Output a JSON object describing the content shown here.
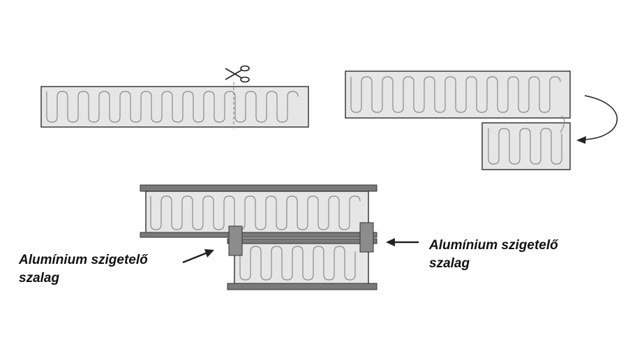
{
  "labels": {
    "left": {
      "line1": "Alumínium szigetelő",
      "line2": "szalag"
    },
    "right": {
      "line1": "Alumínium szigetelő",
      "line2": "szalag"
    }
  },
  "colors": {
    "mat_fill": "#e6e6e6",
    "mat_border": "#3a3a3a",
    "wire": "#8a8a8a",
    "bar_fill": "#7a7a7a",
    "arrow": "#222222",
    "text": "#111111"
  },
  "icons": [
    "scissors-icon",
    "curved-arrow-icon",
    "pointer-arrow-icon"
  ]
}
